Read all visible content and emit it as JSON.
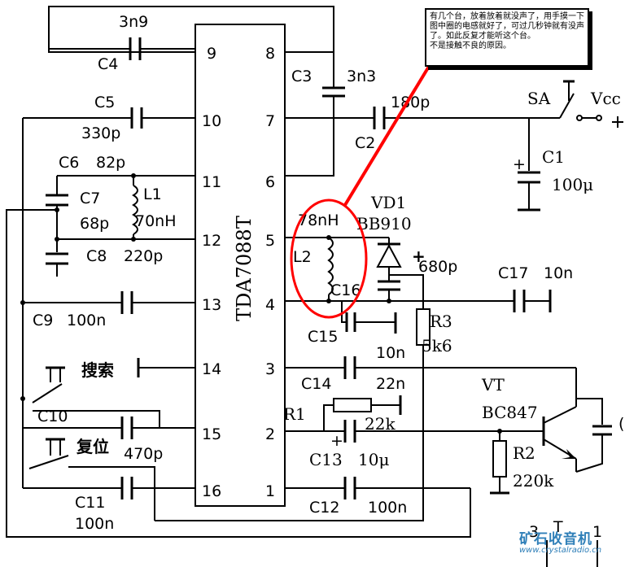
{
  "chip": {
    "name": "TDA7088T"
  },
  "pins": [
    {
      "num": "9"
    },
    {
      "num": "8"
    },
    {
      "num": "10"
    },
    {
      "num": "7"
    },
    {
      "num": "11"
    },
    {
      "num": "6"
    },
    {
      "num": "12"
    },
    {
      "num": "5"
    },
    {
      "num": "13"
    },
    {
      "num": "4"
    },
    {
      "num": "14"
    },
    {
      "num": "3"
    },
    {
      "num": "15"
    },
    {
      "num": "2"
    },
    {
      "num": "16"
    },
    {
      "num": "1"
    }
  ],
  "labels": {
    "c4_value": "3n9",
    "c4": "C4",
    "c5": "C5",
    "c5_value": "330p",
    "c6": "C6",
    "c6_value": "82p",
    "c7": "C7",
    "c7_value": "68p",
    "l1": "L1",
    "l1_value": "70nH",
    "c8": "C8",
    "c8_value": "220p",
    "c9": "C9",
    "c9_value": "100n",
    "search": "搜索",
    "c10": "C10",
    "reset": "复位",
    "c15_470": "470p",
    "c11": "C11",
    "c11_value": "100n",
    "c3": "C3",
    "c3_value": "3n3",
    "c2": "C2",
    "c2_value": "180p",
    "sa": "SA",
    "vcc": "Vcc",
    "c1": "C1",
    "c1_value": "100μ",
    "vd1": "VD1",
    "vd1_part": "BB910",
    "l2": "L2",
    "l2_value": "78nH",
    "c16": "C16",
    "c16_value": "680p",
    "plus": "+",
    "c17": "C17",
    "c17_value": "10n",
    "c15": "C15",
    "c15_value": "10n",
    "r3": "R3",
    "r3_value": "5k6",
    "c14": "C14",
    "c14_value": "22n",
    "r1": "R1",
    "r1_value": "22k",
    "c13": "C13",
    "c13_value": "10μ",
    "c12": "C12",
    "c12_value": "100n",
    "vt": "VT",
    "vt_part": "BC847",
    "r2": "R2",
    "r2_value": "220k",
    "bottom_3": "3",
    "bottom_t": "T",
    "bottom_1": "1"
  },
  "note": {
    "lines": [
      "有几个台，放着放着就没声了，用手摸一下图中圈的电感就好了，可过几秒钟就有没声了。如此反复才能听这个台。",
      "不是接触不良的原因。"
    ]
  },
  "watermark": {
    "title": "矿石收音机",
    "site": "www.crystalradio.cn"
  },
  "colors": {
    "highlight": "#ff0000",
    "ink": "#000000",
    "watermark": "#2f7fb8"
  }
}
